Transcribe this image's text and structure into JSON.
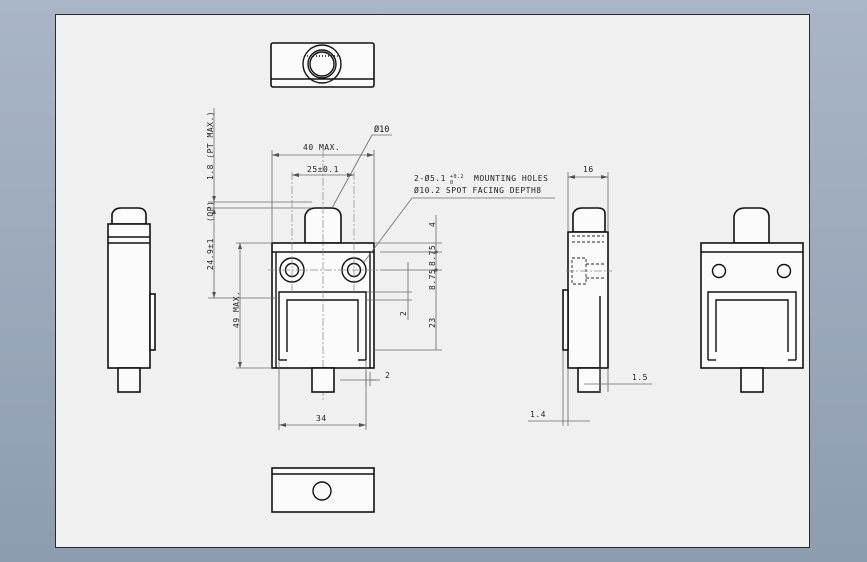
{
  "window": {
    "background": "#9aa7b9",
    "sheet_color": "#f0f0f0",
    "line_color": "#111111"
  },
  "views": [
    "top-view",
    "left-side-view",
    "front-view",
    "right-section-view",
    "rear-view",
    "bottom-view"
  ],
  "dimensions": {
    "pt_max": "1.8 (PT MAX.)",
    "op": "(OP)",
    "height_op": "24.9±1",
    "height_max": "49 MAX.",
    "width_max": "40 MAX.",
    "hole_pitch": "25±0.1",
    "plunger_dia": "Ø10",
    "mount_holes_line1": "2-Ø5.1",
    "mount_holes_tol_top": "+0.2",
    "mount_holes_tol_bottom": "0",
    "mount_holes_line1_rest": "MOUNTING HOLES",
    "mount_holes_line2": "Ø10.2 SPOT FACING DEPTH8",
    "dim_4": "4",
    "dim_8_75": "8.75",
    "dim_8_75_b": "8.75",
    "dim_23": "23",
    "dim_2_left": "2",
    "dim_2_bottom": "2",
    "dim_34": "34",
    "dim_16": "16",
    "dim_1_5": "1.5",
    "dim_1_4": "1.4"
  }
}
